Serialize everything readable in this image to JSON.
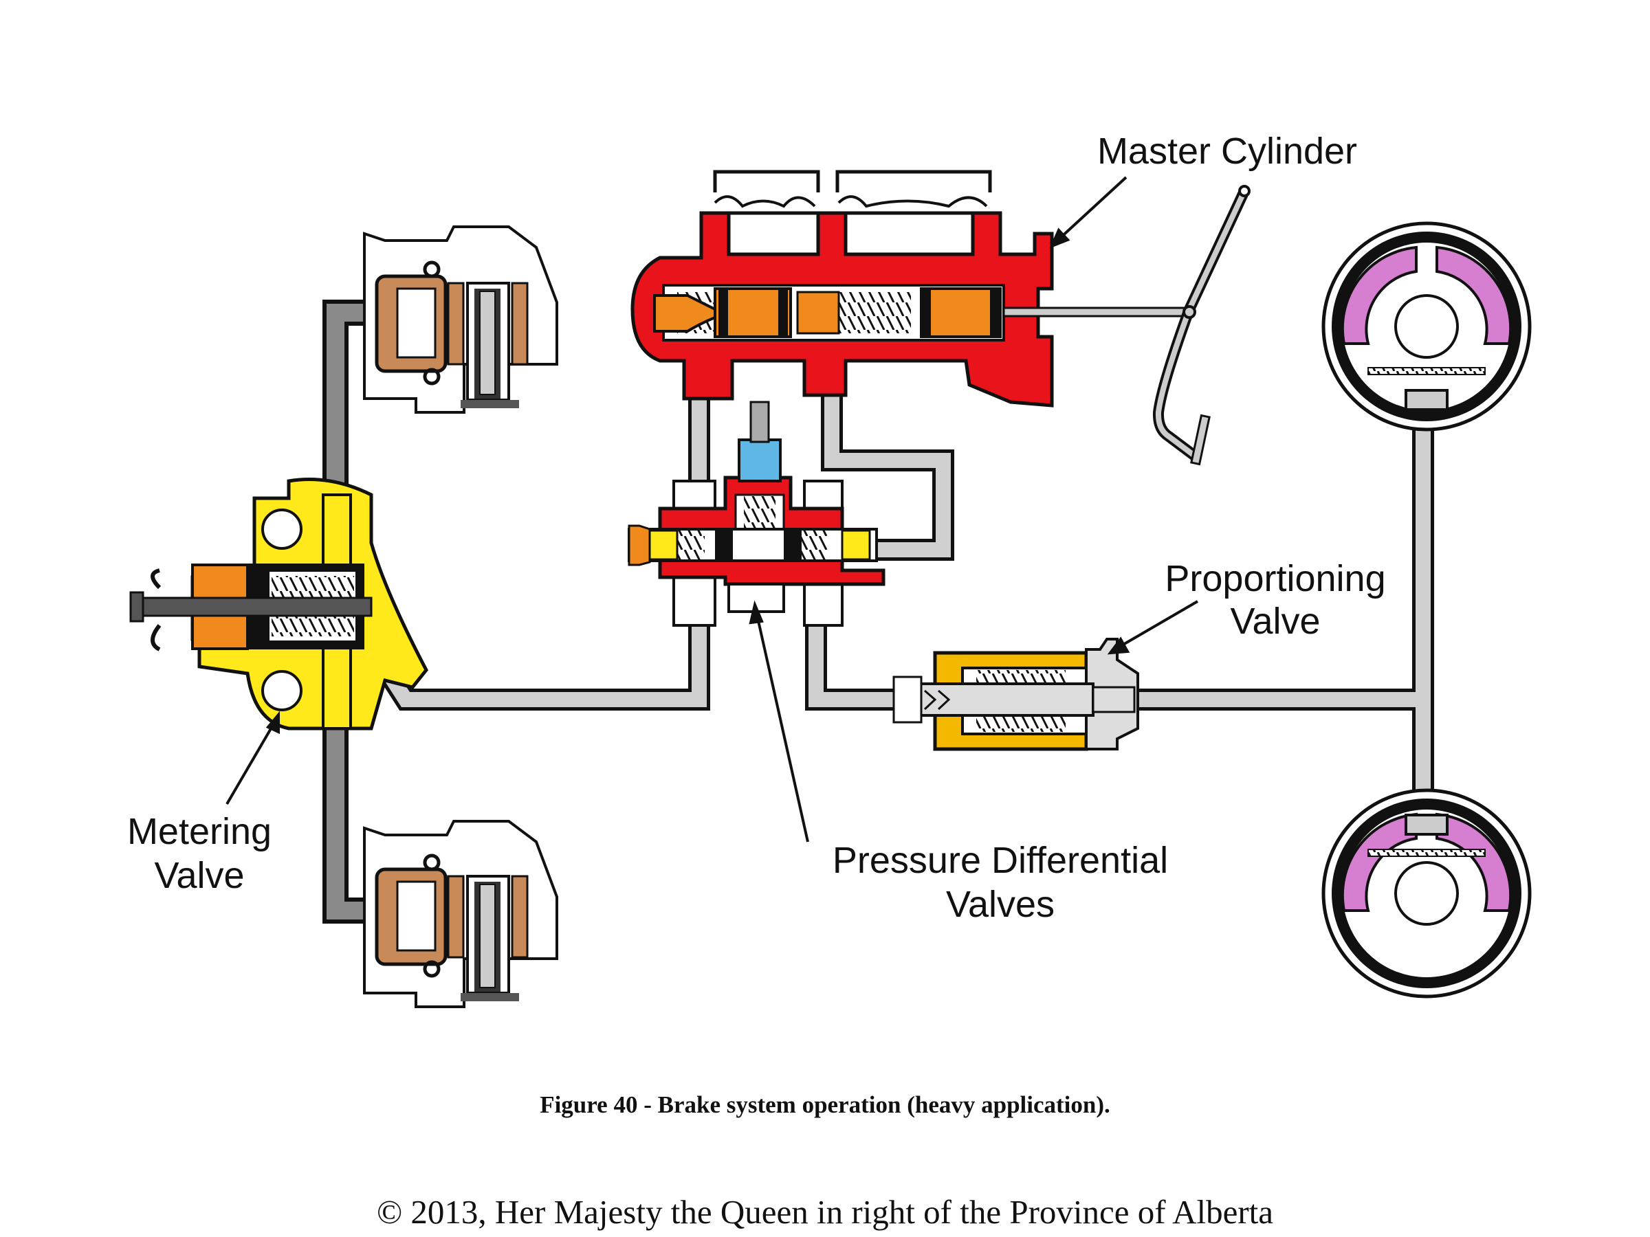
{
  "labels": {
    "master_cylinder": "Master Cylinder",
    "proportioning_line1": "Proportioning",
    "proportioning_line2": "Valve",
    "metering_line1": "Metering",
    "metering_line2": "Valve",
    "pressure_line1": "Pressure Differential",
    "pressure_line2": "Valves"
  },
  "caption": "Figure 40 - Brake system operation (heavy application).",
  "copyright": "© 2013, Her Majesty the Queen in right of the Province of Alberta",
  "colors": {
    "master_cylinder": "#e8131b",
    "piston": "#f08a1c",
    "metering_valve": "#ffe91a",
    "proportioning_valve": "#f5b800",
    "brake_shoe": "#d67fd0",
    "brake_line": "#c9c9c9",
    "caliper_pad": "#c98a5a"
  }
}
